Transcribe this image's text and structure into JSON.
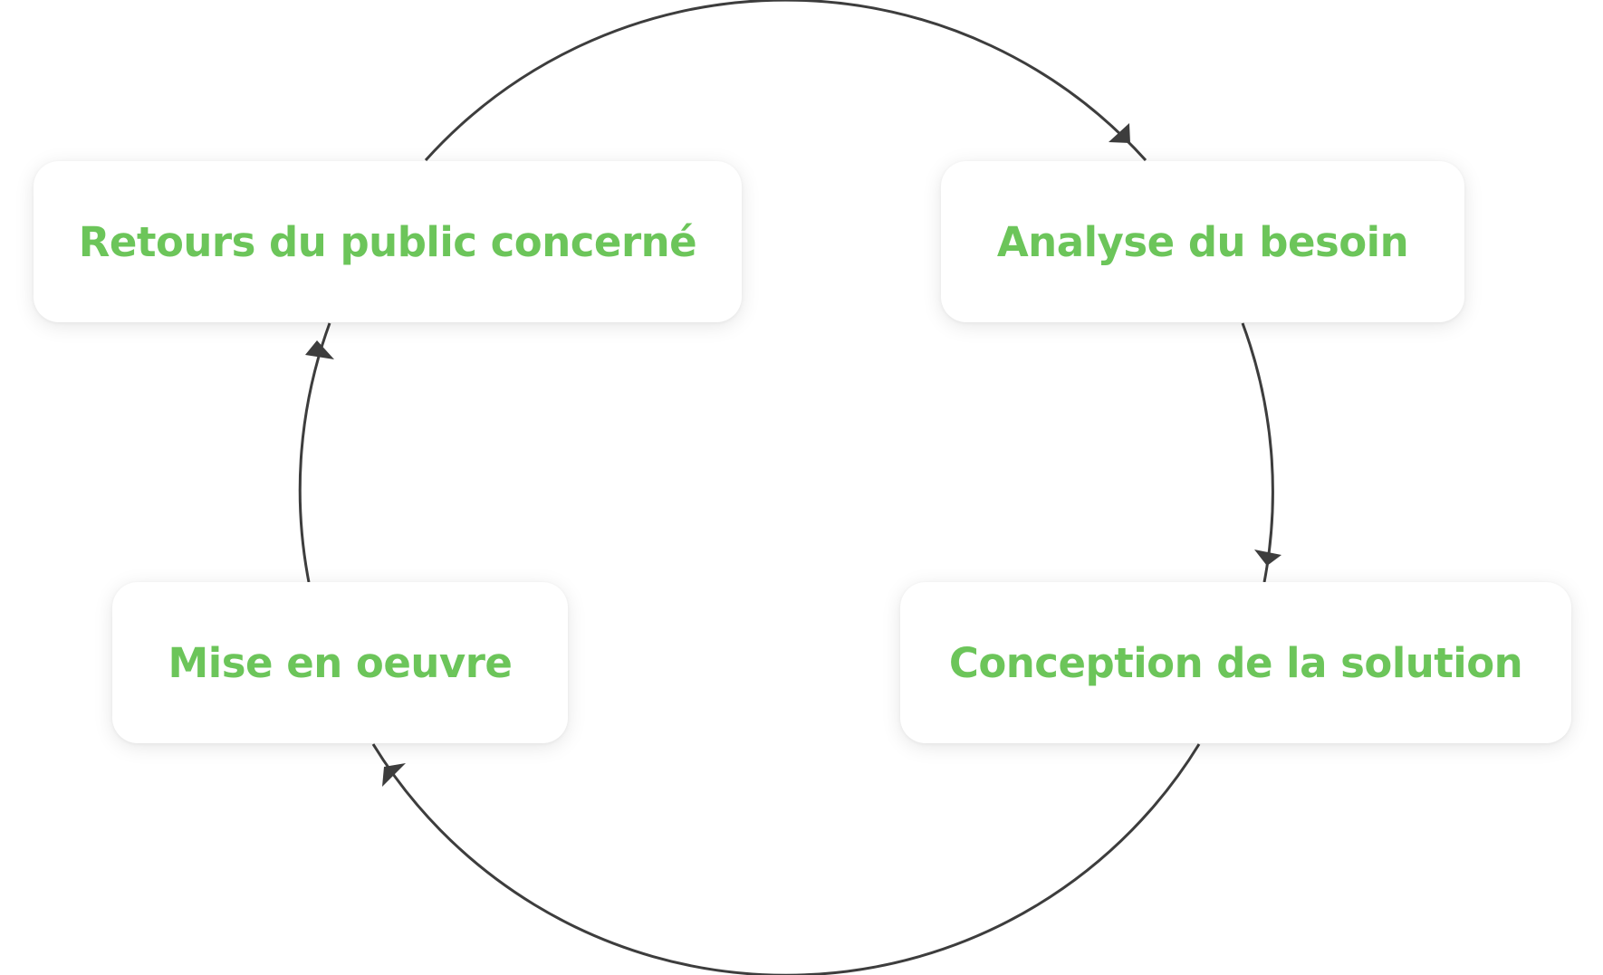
{
  "colors": {
    "label": "#6cc55a",
    "arrow": "#3d3d3d",
    "card": "#ffffff"
  },
  "diagram": {
    "type": "cycle",
    "steps": [
      {
        "id": "analysis",
        "label": "Analyse du besoin"
      },
      {
        "id": "design",
        "label": "Conception de la solution"
      },
      {
        "id": "launch",
        "label": "Mise en oeuvre"
      },
      {
        "id": "feedback",
        "label": "Retours du public concerné"
      }
    ],
    "flow": [
      "analysis",
      "design",
      "launch",
      "feedback",
      "analysis"
    ]
  }
}
